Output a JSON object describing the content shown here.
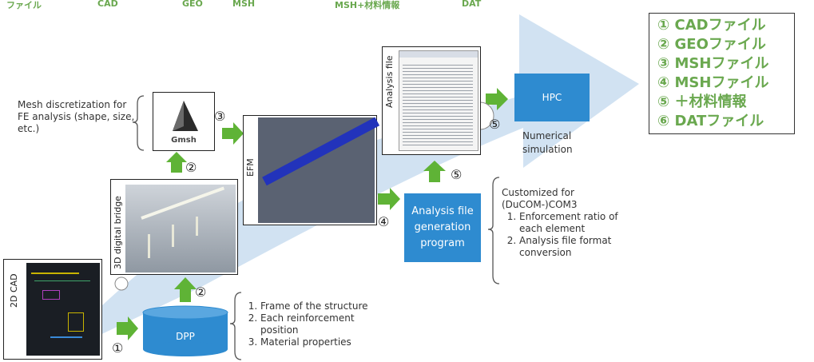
{
  "top_labels": [
    "ファイル",
    "CAD",
    "GEO",
    "MSH",
    "MSH+材料情報",
    "DAT"
  ],
  "legend": [
    "① CADファイル",
    "② GEOファイル",
    "③ MSHファイル",
    "④ MSHファイル",
    "⑤ ＋材料情報",
    "⑥ DATファイル"
  ],
  "cad": {
    "label": "2D CAD",
    "marker": "①"
  },
  "dpp": {
    "label": "DPP",
    "notes": [
      "Frame of the structure",
      "Each reinforcement position",
      "Material properties"
    ]
  },
  "bridge": {
    "label": "3D digital bridge",
    "marker": "②"
  },
  "gmsh": {
    "label": "Gmsh",
    "marker": "②",
    "note": "Mesh discretization for FE analysis (shape, size, etc.)"
  },
  "efm": {
    "label": "EFM",
    "marker_in": "③",
    "marker_out": "④"
  },
  "analysis_file": {
    "label": "Analysis file",
    "marker": "⑤"
  },
  "program": {
    "label": "Analysis file generation program",
    "marker": "⑤",
    "title": "Customized for (DuCOM-)COM3",
    "items": [
      "Enforcement ratio of each element",
      "Analysis file format conversion"
    ]
  },
  "hpc": {
    "label": "HPC",
    "caption": "Numerical simulation"
  },
  "colors": {
    "arrow_green": "#5fb336",
    "box_blue": "#2e8bd0",
    "flow_blue": "#c9ddf0",
    "legend_green": "#6aa84f"
  }
}
